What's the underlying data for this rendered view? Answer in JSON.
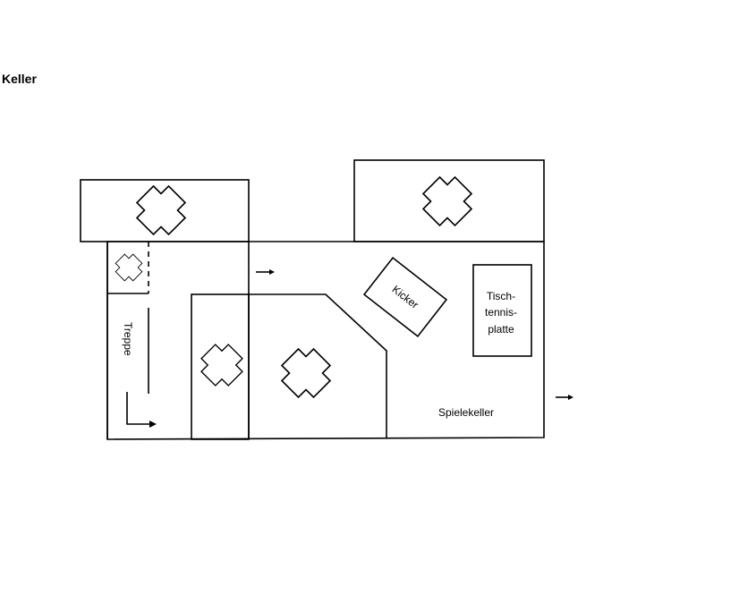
{
  "page": {
    "title": "Keller"
  },
  "labels": {
    "stairs": "Treppe",
    "kicker": "Kicker",
    "tt_line1": "Tisch-",
    "tt_line2": "tennis-",
    "tt_line3": "platte",
    "room": "Spielekeller"
  }
}
